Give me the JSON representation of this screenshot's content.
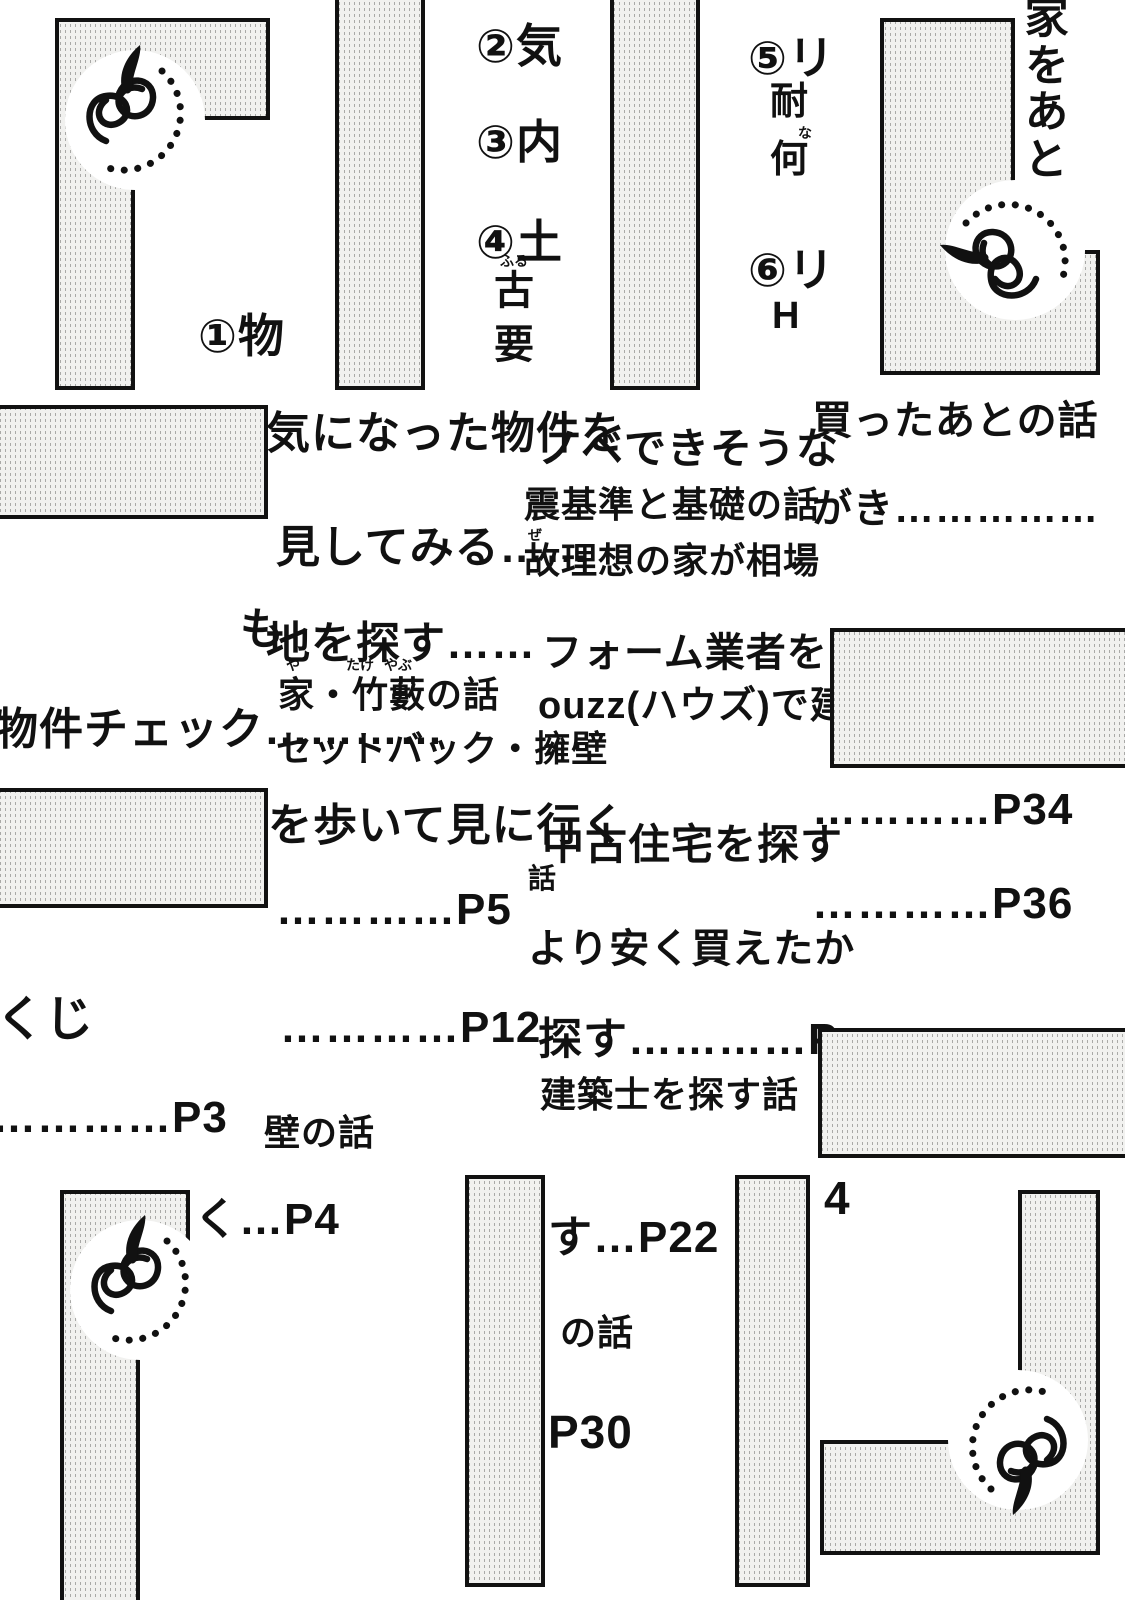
{
  "colors": {
    "ink": "#111111",
    "paper": "#ffffff",
    "stripe_bg": "#f1f1ef",
    "stripe_line": "#6e6e6c"
  },
  "toc": {
    "item1": "①物",
    "item2": "②気",
    "item3": "③内",
    "item4": "④土",
    "item4_furigana": "ふる",
    "item4_line2": "古",
    "item4_line3": "要",
    "item5": "⑤リ",
    "item5_line2": "耐",
    "item5_furigana": "な",
    "item5_line3": "何",
    "item6": "⑥リ",
    "item6_line2": "H",
    "col_right_1": "家を",
    "col_right_2": "あと",
    "line_kininatta": "気になった物件を",
    "line_mitemiru": "見してみる……",
    "line_renobe": "ノベできそうな",
    "line_shinkijun": "震基準と基礎の話",
    "furigana_ze": "ぜ",
    "line_yue": "故理想の家が相場",
    "line_katta": "買ったあとの話",
    "line_gaki": "がき……………",
    "frag_mo": "も",
    "line_tochi": "地を探す……",
    "line_yashiki": "家・竹藪の話",
    "furigana_ya": "や",
    "furigana_take": "たけ",
    "furigana_yabu": "やぶ",
    "line_setback": "セットバック・擁壁",
    "line_bukken": "物件チェック…………",
    "line_reform": "フォーム業者を",
    "line_houzz": "ouzz(ハウズ)で建",
    "line_aruite": "を歩いて見に行く",
    "line_p5": "…………P5",
    "line_chuko": "中古住宅を探す",
    "frag_wa": "話",
    "line_yasuku": "より安く買えたか",
    "line_p34": "…………P34",
    "line_p36": "…………P36",
    "frag_kuji": "くじ",
    "line_p12": "…………P12",
    "line_sagasu": "探す…………P",
    "line_kenchikushi": "建築士を探す話",
    "line_p3": "…………P3",
    "frag_kabe": "壁の話",
    "frag_ku_p4": "く…P4",
    "frag_su_p22": "す…P22",
    "frag_4": "4",
    "frag_nohanashi": "の話",
    "frag_p30": "P30"
  }
}
